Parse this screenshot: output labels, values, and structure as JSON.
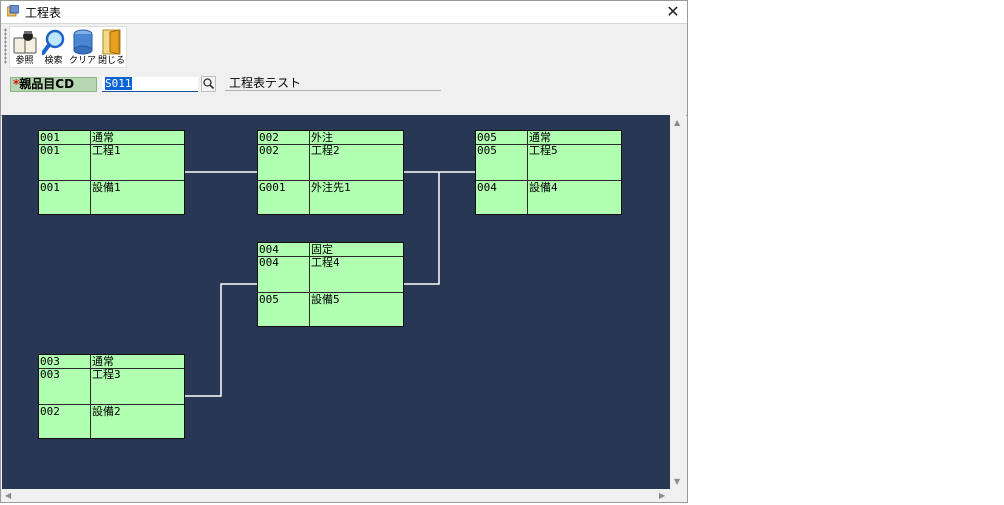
{
  "window": {
    "title": "工程表"
  },
  "toolbar": {
    "buttons": [
      {
        "label": "参照",
        "icon": "reference-icon"
      },
      {
        "label": "検索",
        "icon": "search-icon"
      },
      {
        "label": "クリア",
        "icon": "clear-icon"
      },
      {
        "label": "閉じる",
        "icon": "close-door-icon"
      }
    ]
  },
  "form": {
    "required_mark": "*",
    "label": "親品目CD",
    "code_value": "S011",
    "name_value": "工程表テスト"
  },
  "colors": {
    "canvas": "#283753",
    "node": "#b1ffb1",
    "connector": "#ffffff",
    "label_bg": "#b7d7b0"
  },
  "nodes": [
    {
      "id": "n1",
      "type_code": "001",
      "type_name": "通常",
      "proc_code": "001",
      "proc_name": "工程1",
      "res_code": "001",
      "res_name": "設備1"
    },
    {
      "id": "n2",
      "type_code": "002",
      "type_name": "外注",
      "proc_code": "002",
      "proc_name": "工程2",
      "res_code": "G001",
      "res_name": "外注先1"
    },
    {
      "id": "n3",
      "type_code": "005",
      "type_name": "通常",
      "proc_code": "005",
      "proc_name": "工程5",
      "res_code": "004",
      "res_name": "設備4"
    },
    {
      "id": "n4",
      "type_code": "004",
      "type_name": "固定",
      "proc_code": "004",
      "proc_name": "工程4",
      "res_code": "005",
      "res_name": "設備5"
    },
    {
      "id": "n5",
      "type_code": "003",
      "type_name": "通常",
      "proc_code": "003",
      "proc_name": "工程3",
      "res_code": "002",
      "res_name": "設備2"
    }
  ],
  "connections": [
    {
      "from": "n1",
      "to": "n2"
    },
    {
      "from": "n2",
      "to": "n3"
    },
    {
      "from": "n4",
      "to": "n3"
    },
    {
      "from": "n5",
      "to": "n4"
    }
  ]
}
